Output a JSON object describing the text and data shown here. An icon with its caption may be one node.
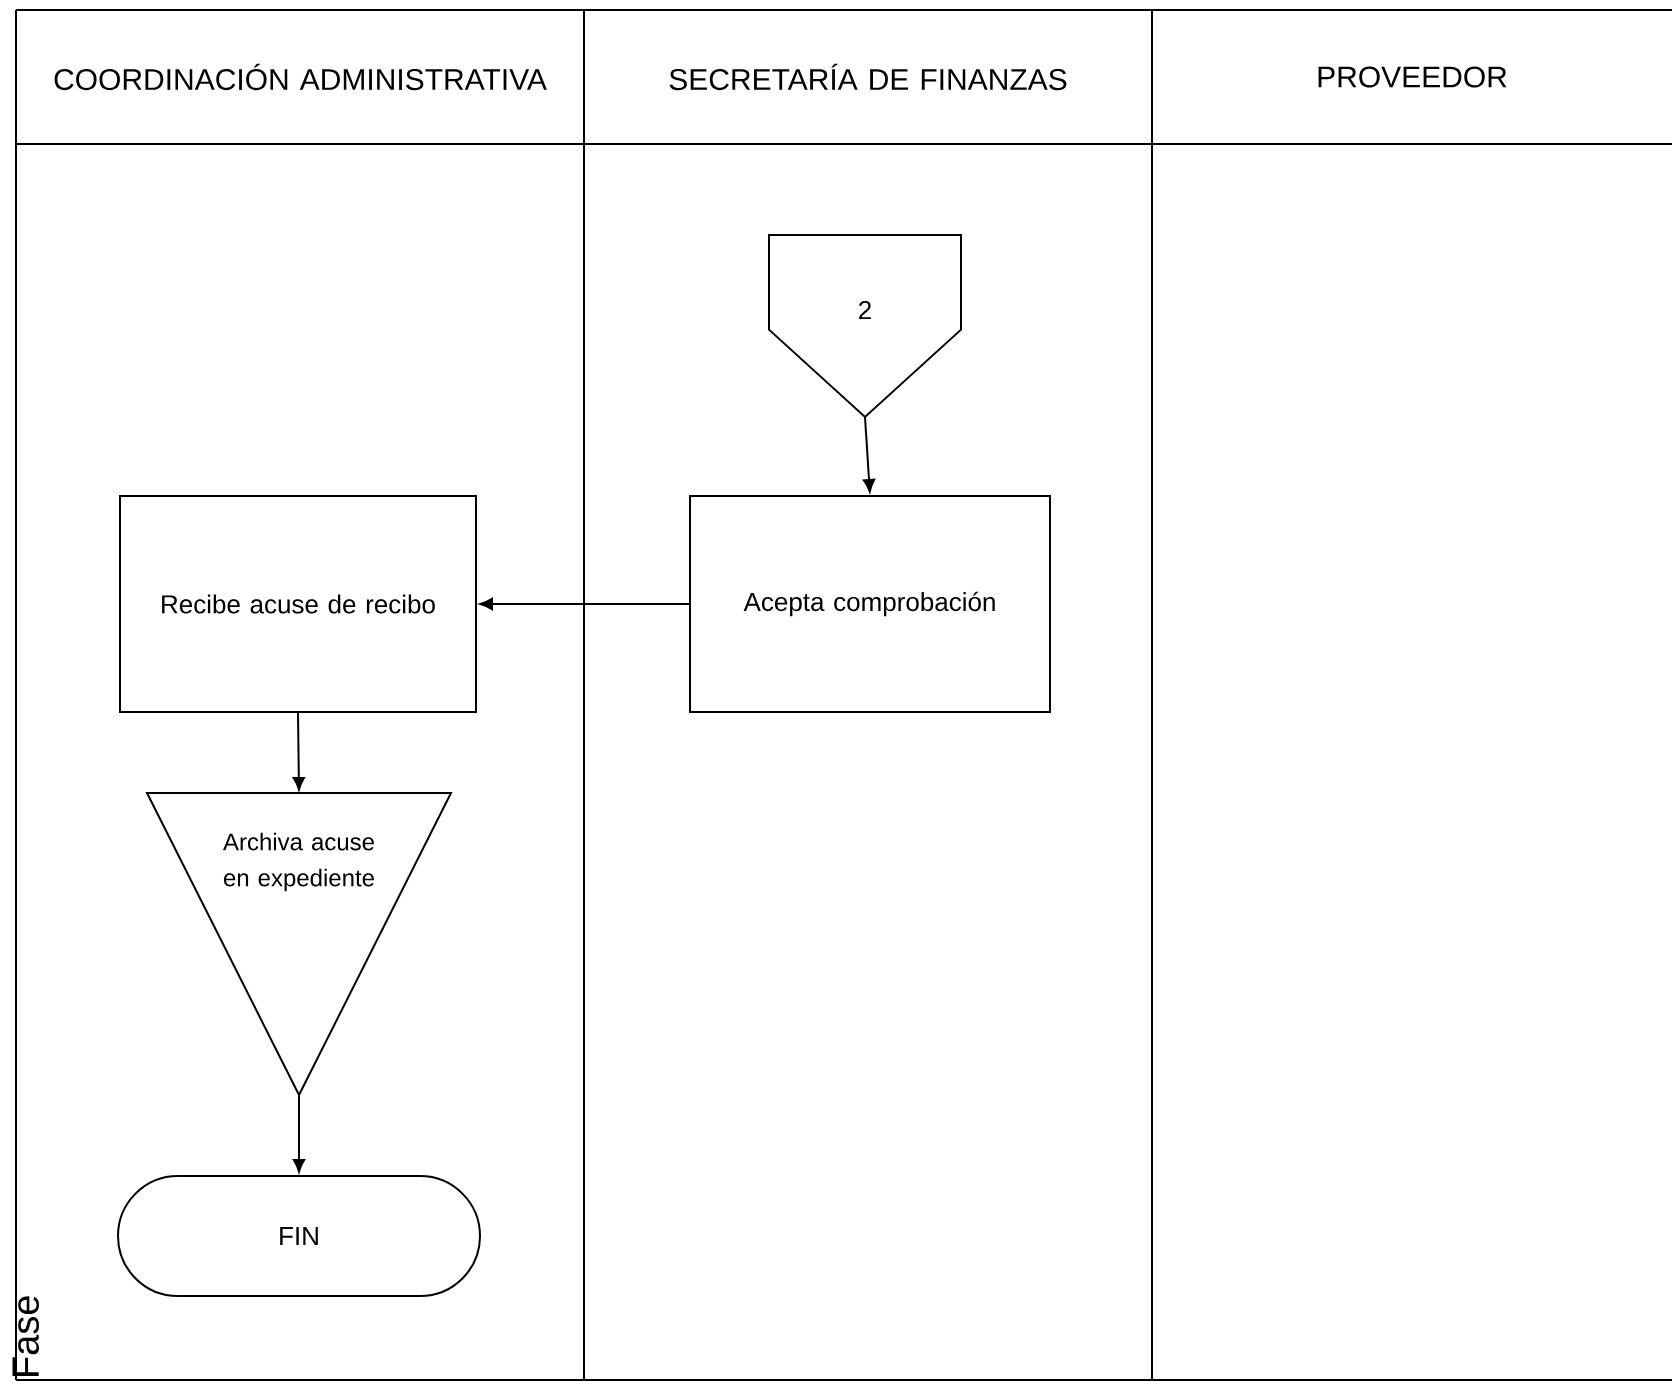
{
  "diagram": {
    "nodes": [
      {
        "text": [
          "COORDINACIÓN ADMINISTRATIVA"
        ]
      },
      {
        "text": [
          "SECRETARÍA DE FINANZAS"
        ]
      },
      {
        "text": [
          "PROVEEDOR"
        ]
      },
      {
        "text": [
          "2"
        ]
      },
      {
        "text": [
          "Acepta comprobación"
        ]
      },
      {
        "text": [
          "Recibe acuse de recibo"
        ]
      },
      {
        "text": [
          "Archiva acuse en expediente"
        ]
      },
      {
        "text": [
          "FIN"
        ]
      }
    ],
    "edges": [
      {
        "from": 3,
        "to": 4,
        "arrow": "to"
      },
      {
        "from": 4,
        "to": 5,
        "arrow": "to"
      },
      {
        "from": 5,
        "to": 6,
        "arrow": "to"
      },
      {
        "from": 6,
        "to": 7,
        "arrow": "to"
      }
    ],
    "labels": [
      "Fase"
    ]
  }
}
